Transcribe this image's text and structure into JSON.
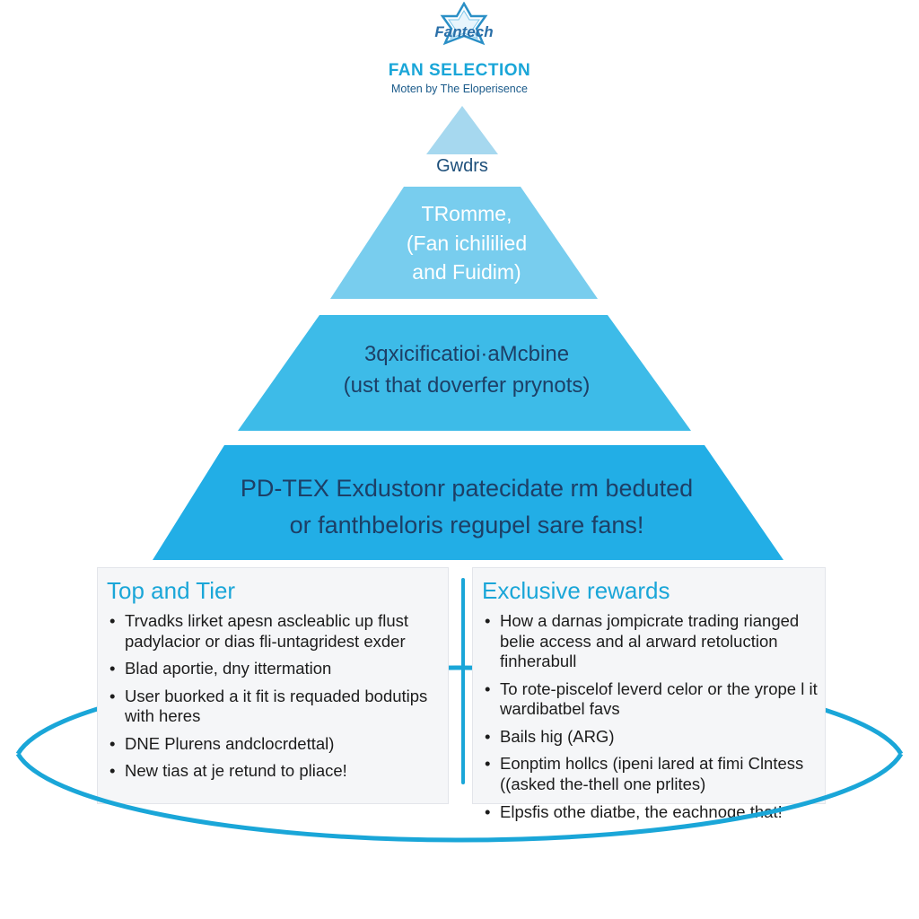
{
  "header": {
    "logo_text": "Fantech",
    "title": "FAN SELECTION",
    "subtitle": "Moten by The Eloperisence"
  },
  "pyramid": {
    "tiers": [
      {
        "lines": [
          "Gwdrs"
        ]
      },
      {
        "lines": [
          "TRomme,",
          "(Fan ichililied",
          "and Fuidim)"
        ]
      },
      {
        "lines": [
          "3qxicificatioi·aMcbine",
          "(ust that doverfer prynots)"
        ]
      },
      {
        "lines": [
          "PD-TEX Exdustonr patecidate rm beduted",
          "or fanthbeloris regupel sare fans!"
        ]
      }
    ]
  },
  "left_panel": {
    "title": "Top and Tier",
    "items": [
      "Trvadks lirket apesn ascleablic up flust padylacior or dias fli-untagridest exder",
      "Blad aportie, dny ittermation",
      "User buorked a it fit is requaded bodutips with heres",
      "DNE Plurens andclocrdettal)",
      "New tias at je retund to pliace!"
    ]
  },
  "right_panel": {
    "title": "Exclusive rewards",
    "items": [
      "How a darnas jompicrate trading rianged belie access and al arward retoluction finherabull",
      "To rote-piscelof leverd celor or the yrope l it wardibatbel favs",
      "Bails hig (ARG)",
      "Eonptim hollcs (ipeni lared at fimi Clntess ((asked the-thell one prlites)",
      "Elpsfis othe diatbe, the eachnoge that!"
    ]
  },
  "colors": {
    "tier_top": "#a6d8ef",
    "tier_2": "#78cdee",
    "tier_3": "#3dbbe8",
    "tier_4": "#22aee6",
    "accent": "#1aa6d8",
    "ring": "#1aa6d8"
  }
}
